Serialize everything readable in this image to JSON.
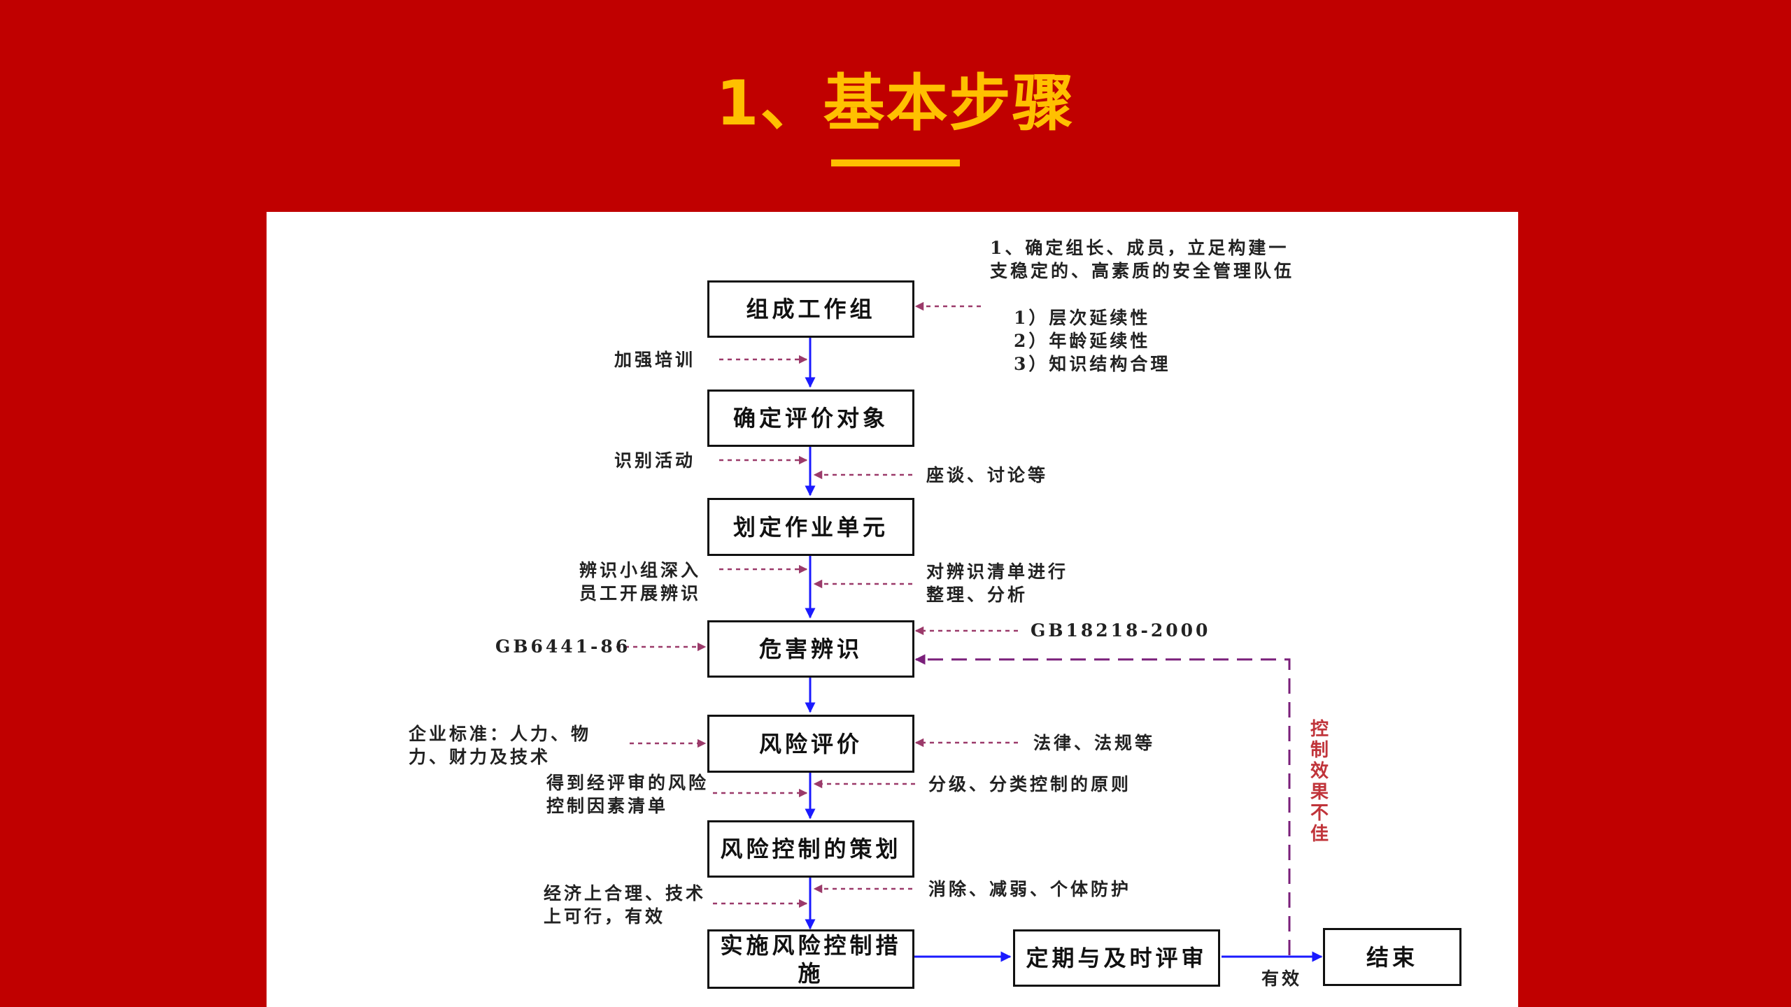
{
  "slide": {
    "title": "1、基本步骤",
    "colors": {
      "background": "#c00000",
      "title": "#ffc000",
      "flow_arrow": "#1a1aff",
      "input_arrow": "#9b3a6a",
      "feedback_arrow": "#7a1f7a"
    }
  },
  "flowchart": {
    "steps": {
      "s1": "组成工作组",
      "s2": "确定评价对象",
      "s3": "划定作业单元",
      "s4": "危害辨识",
      "s5": "风险评价",
      "s6": "风险控制的策划",
      "s7": "实施风险控制措施",
      "review": "定期与及时评审",
      "end": "结束"
    },
    "notes": {
      "team_intro": "1、确定组长、成员，立足构建一支稳定的、高素质的安全管理队伍",
      "team_points": [
        "1）层次延续性",
        "2）年龄延续性",
        "3）知识结构合理"
      ],
      "training": "加强培训",
      "identify_activities": "识别活动",
      "discussion": "座谈、讨论等",
      "deep_identification": "辨识小组深入员工开展辨识",
      "organize_list": "对辨识清单进行整理、分析",
      "gb6441": "GB6441-86",
      "gb18218": "GB18218-2000",
      "enterprise_std": "企业标准：人力、物力、财力及技术",
      "laws": "法律、法规等",
      "reviewed_list": "得到经评审的风险控制因素清单",
      "classification": "分级、分类控制的原则",
      "feasible": "经济上合理、技术上可行，有效",
      "measures": "消除、减弱、个体防护",
      "effective": "有效",
      "ineffective": "控制效果不佳"
    }
  }
}
